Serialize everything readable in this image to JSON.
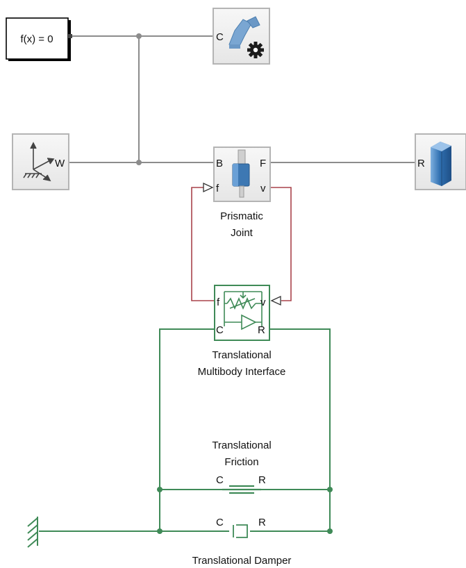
{
  "blocks": {
    "solver": {
      "text": "f(x) = 0"
    },
    "mechanism_config": {
      "port_c": "C",
      "icon": "gear-icon"
    },
    "world_frame": {
      "port_w": "W",
      "icon": "world-frame-axes-icon"
    },
    "prismatic_joint": {
      "port_b": "B",
      "port_f": "F",
      "port_fin": "f",
      "port_v": "v",
      "label_line1": "Prismatic",
      "label_line2": "Joint",
      "icon": "prismatic-joint-icon"
    },
    "solid": {
      "port_r": "R",
      "icon": "brick-solid-icon"
    },
    "multibody_interface": {
      "port_f": "f",
      "port_v": "v",
      "port_c": "C",
      "port_r": "R",
      "label_line1": "Translational",
      "label_line2": "Multibody Interface",
      "icon": "spring-amplifier-icon"
    },
    "friction": {
      "label_line1": "Translational",
      "label_line2": "Friction",
      "port_c": "C",
      "port_r": "R"
    },
    "damper": {
      "label": "Translational Damper",
      "port_c": "C",
      "port_r": "R"
    },
    "ground": {
      "icon": "ground-hatch-icon"
    }
  },
  "colors": {
    "multibody_line": "#8c8c8c",
    "signal_line": "#a8424a",
    "simscape_line": "#3f8a57",
    "block_border": "#b4b4b4",
    "block_fill": "#eeeeee",
    "body_blue": "#3d78b3"
  }
}
